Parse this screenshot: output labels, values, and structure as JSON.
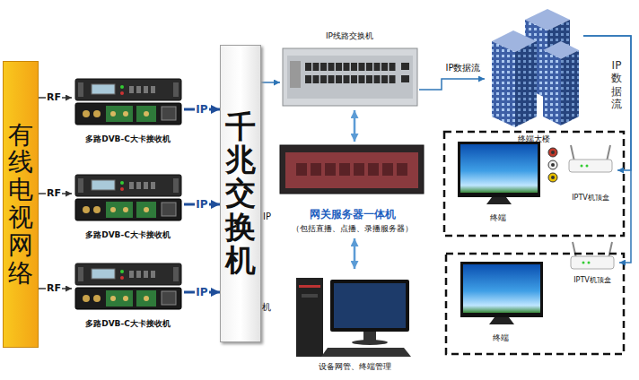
{
  "diagram": {
    "nodes": [
      {
        "text": [
          "有线电视网络"
        ]
      },
      {
        "text": [
          "多路DVB-C大卡接收机"
        ]
      },
      {
        "text": [
          "多路DVB-C大卡接收机"
        ]
      },
      {
        "text": [
          "多路DVB-C大卡接收机"
        ]
      },
      {
        "text": [
          "千兆交换机"
        ]
      },
      {
        "text": [
          "IP线路交换机"
        ]
      },
      {
        "text": [
          "终端大楼"
        ]
      },
      {
        "text": [
          "网关服务器一体机",
          "（包括直播、点播、录播服务器）"
        ]
      },
      {
        "text": [
          "设备网管、终端管理"
        ]
      },
      {
        "text": [
          "终端"
        ]
      },
      {
        "text": [
          "IPTV机顶盒"
        ]
      },
      {
        "text": [
          "终端"
        ]
      },
      {
        "text": [
          "IPTV机顶盒"
        ]
      }
    ],
    "edges": [
      {
        "from": 0,
        "to": 1,
        "label": "RF",
        "arrow": "to"
      },
      {
        "from": 0,
        "to": 2,
        "label": "RF",
        "arrow": "to"
      },
      {
        "from": 0,
        "to": 3,
        "label": "RF",
        "arrow": "to"
      },
      {
        "from": 1,
        "to": 4,
        "label": "IP",
        "arrow": "to"
      },
      {
        "from": 2,
        "to": 4,
        "label": "IP",
        "arrow": "to"
      },
      {
        "from": 3,
        "to": 4,
        "label": "IP",
        "arrow": "to"
      },
      {
        "from": 4,
        "to": 5,
        "arrow": "to"
      },
      {
        "from": 5,
        "to": 6,
        "label": "IP数据流",
        "arrow": "to"
      },
      {
        "from": 5,
        "to": 7,
        "arrow": "both"
      },
      {
        "from": 7,
        "to": 8,
        "arrow": "both"
      },
      {
        "from": 6,
        "to": 10,
        "arrow": "to"
      },
      {
        "from": 6,
        "to": 12,
        "arrow": "to"
      }
    ],
    "labels": [
      "IP数据流",
      "IP",
      "机"
    ]
  }
}
